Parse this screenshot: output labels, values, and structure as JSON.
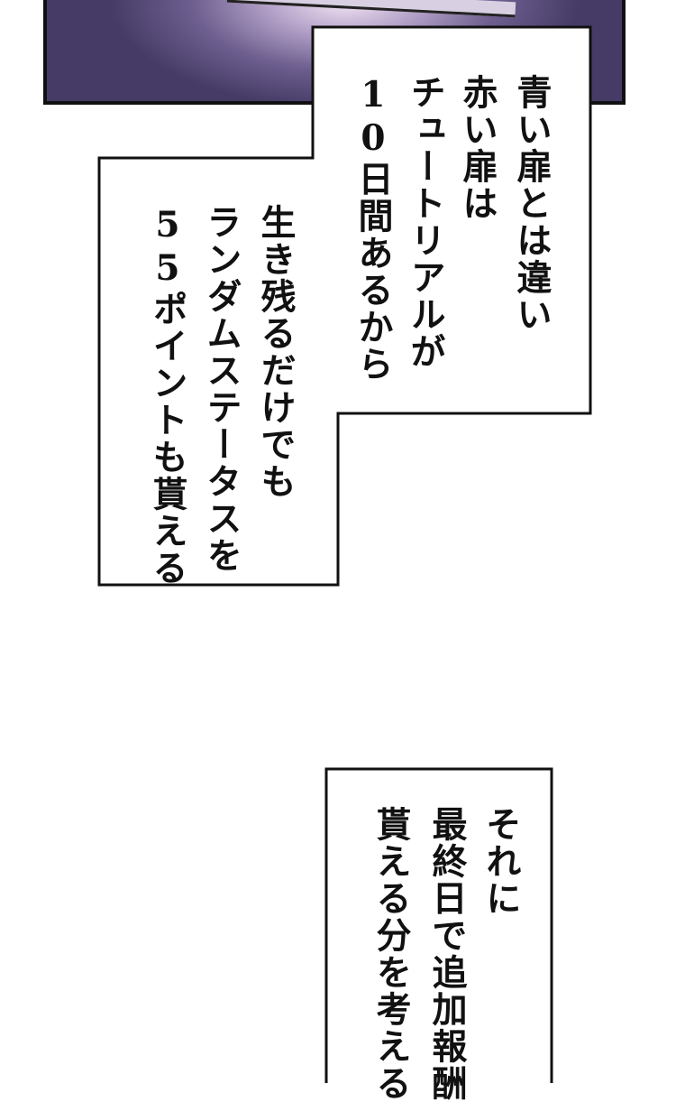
{
  "panel": {
    "colors": {
      "shadow": "#463b67",
      "glow": "#f3e6f4"
    }
  },
  "caption1": {
    "lines": [
      "青い扉とは違い",
      "赤い扉は",
      "チュートリアルが",
      "10日間あるから",
      "生き残るだけでも",
      "ランダムステータスを",
      "55ポイントも貰える"
    ]
  },
  "caption2": {
    "lines": [
      "それに",
      "最終日で追加報酬",
      "貰える分を考える"
    ]
  }
}
